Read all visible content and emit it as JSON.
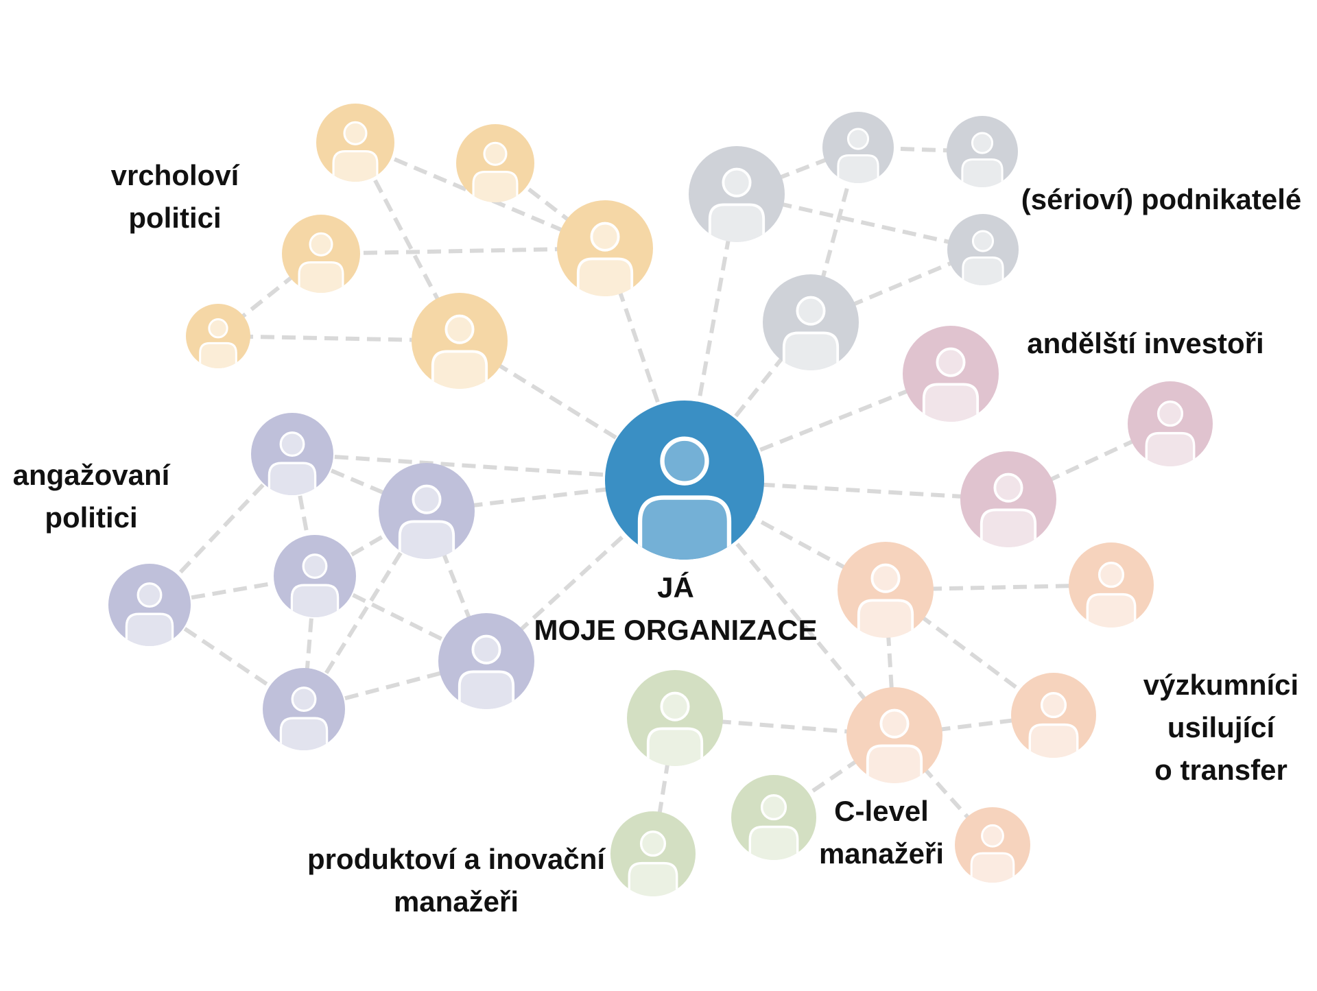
{
  "center": {
    "line1": "JÁ",
    "line2": "MOJE ORGANIZACE",
    "color": "#3a8fc4"
  },
  "groups": {
    "top_politicians": {
      "line1": "vrcholoví",
      "line2": "politici",
      "color": "#f5d7a6"
    },
    "entrepreneurs": {
      "line1": "(sérioví) podnikatelé",
      "color": "#cfd2d8"
    },
    "angel_investors": {
      "line1": "andělští investoři",
      "color": "#e0c3cf"
    },
    "engaged_politicians": {
      "line1": "angažovaní",
      "line2": "politici",
      "color": "#bfc0da"
    },
    "researchers": {
      "line1": "výzkumníci",
      "line2": "usilující",
      "line3": "o transfer",
      "color": "#f6d3bd"
    },
    "c_level": {
      "line1": "C-level",
      "line2": "manažeři",
      "color": "#f6d3bd"
    },
    "product_managers": {
      "line1": "produktoví a inovační",
      "line2": "manažeři",
      "color": "#d3dfc2"
    }
  },
  "colors": {
    "edge": "#d9d9d9",
    "label_text": "#111111"
  }
}
